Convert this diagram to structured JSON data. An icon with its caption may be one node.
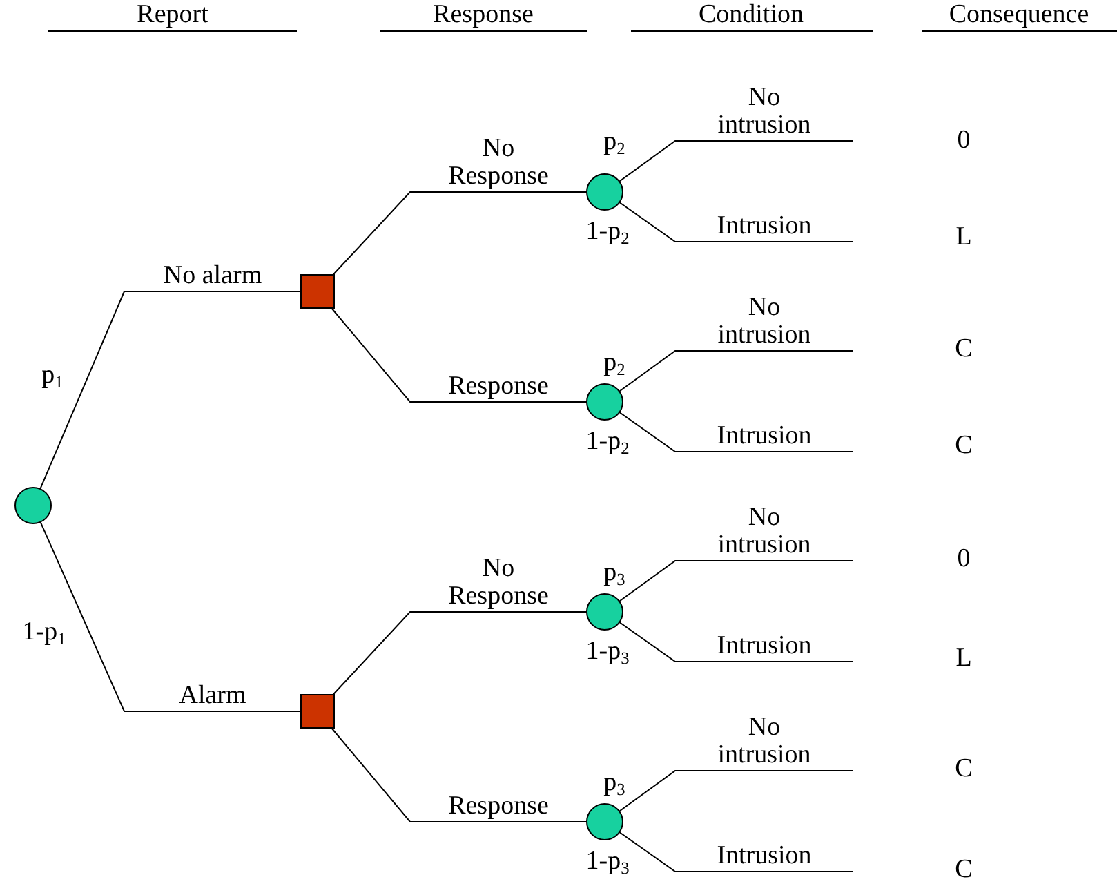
{
  "diagram": {
    "nodes": [
      {
        "text": [],
        "shape": "circle"
      },
      {
        "text": [],
        "shape": "box"
      },
      {
        "text": [],
        "shape": "box"
      },
      {
        "text": [],
        "shape": "circle"
      },
      {
        "text": [],
        "shape": "circle"
      },
      {
        "text": [],
        "shape": "circle"
      },
      {
        "text": [],
        "shape": "circle"
      }
    ],
    "edges": [
      {
        "from": 0,
        "to": 1,
        "arrow": "none",
        "label": "No alarm"
      },
      {
        "from": 0,
        "to": 2,
        "arrow": "none",
        "label": "Alarm"
      },
      {
        "from": 1,
        "to": 3,
        "arrow": "none",
        "label": "No Response"
      },
      {
        "from": 1,
        "to": 4,
        "arrow": "none",
        "label": "Response"
      },
      {
        "from": 2,
        "to": 5,
        "arrow": "none",
        "label": "No Response"
      },
      {
        "from": 2,
        "to": 6,
        "arrow": "none",
        "label": "Response"
      },
      {
        "from": 3,
        "to": null,
        "arrow": "none",
        "label": "No intrusion"
      },
      {
        "from": 3,
        "to": null,
        "arrow": "none",
        "label": "Intrusion"
      },
      {
        "from": 4,
        "to": null,
        "arrow": "none",
        "label": "No intrusion"
      },
      {
        "from": 4,
        "to": null,
        "arrow": "none",
        "label": "Intrusion"
      },
      {
        "from": 5,
        "to": null,
        "arrow": "none",
        "label": "No intrusion"
      },
      {
        "from": 5,
        "to": null,
        "arrow": "none",
        "label": "Intrusion"
      },
      {
        "from": 6,
        "to": null,
        "arrow": "none",
        "label": "No intrusion"
      },
      {
        "from": 6,
        "to": null,
        "arrow": "none",
        "label": "Intrusion"
      }
    ],
    "labels": [
      "Report",
      "Response",
      "Condition",
      "Consequence",
      "p$_{1}$",
      "1-p$_{1}$",
      "p$_{2}$",
      "1-p$_{2}$",
      "0",
      "L",
      "p$_{2}$",
      "1-p$_{2}$",
      "C",
      "C",
      "p$_{3}$",
      "1-p$_{3}$",
      "0",
      "L",
      "p$_{3}$",
      "1-p$_{3}$",
      "C",
      "C"
    ]
  }
}
